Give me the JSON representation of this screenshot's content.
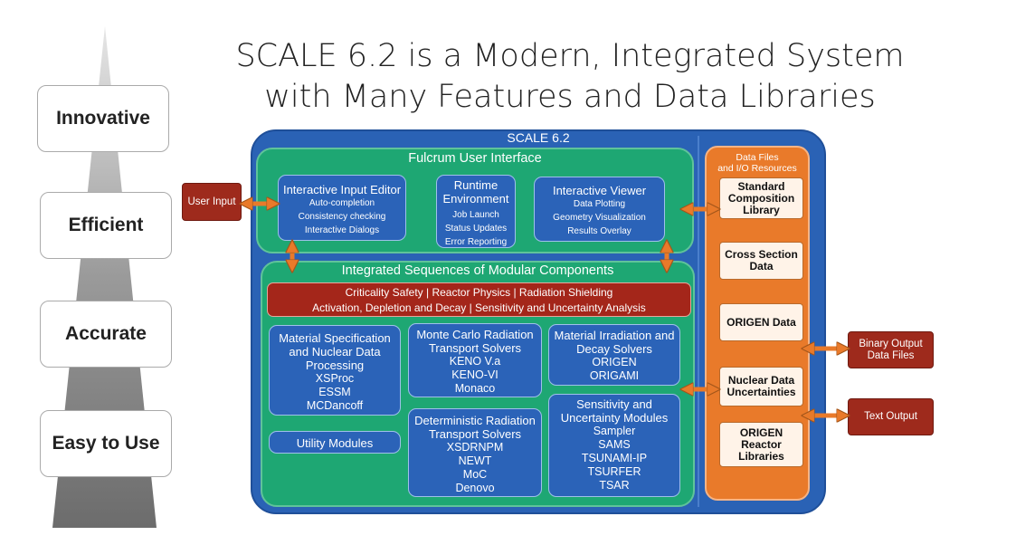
{
  "title": {
    "line1": "SCALE 6.2  is a Modern, Integrated System",
    "line2": "with Many Features and Data Libraries"
  },
  "pyramid": {
    "levels": [
      "Innovative",
      "Efficient",
      "Accurate",
      "Easy to Use"
    ]
  },
  "scale": {
    "label": "SCALE 6.2",
    "fulcrum": {
      "title": "Fulcrum User Interface",
      "editor": {
        "title": "Interactive Input Editor",
        "items": [
          "Auto-completion",
          "Consistency checking",
          "Interactive Dialogs"
        ]
      },
      "runtime": {
        "title_line1": "Runtime",
        "title_line2": "Environment",
        "items": [
          "Job Launch",
          "Status Updates",
          "Error Reporting"
        ]
      },
      "viewer": {
        "title": "Interactive Viewer",
        "items": [
          "Data Plotting",
          "Geometry Visualization",
          "Results Overlay"
        ]
      }
    },
    "sequences": {
      "title": "Integrated Sequences of Modular Components",
      "banner_line1": "Criticality Safety | Reactor Physics | Radiation Shielding",
      "banner_line2": "Activation, Depletion and Decay | Sensitivity and Uncertainty Analysis",
      "material": {
        "title_lines": [
          "Material Specification",
          "and Nuclear Data",
          "Processing"
        ],
        "items": [
          "XSProc",
          "ESSM",
          "MCDancoff"
        ]
      },
      "utility": {
        "title": "Utility Modules"
      },
      "montecarlo": {
        "title_lines": [
          "Monte Carlo Radiation",
          "Transport Solvers"
        ],
        "items": [
          "KENO V.a",
          "KENO-VI",
          "Monaco"
        ]
      },
      "deterministic": {
        "title_lines": [
          "Deterministic Radiation",
          "Transport Solvers"
        ],
        "items": [
          "XSDRNPM",
          "NEWT",
          "MoC",
          "Denovo"
        ]
      },
      "irradiation": {
        "title_lines": [
          "Material Irradiation and",
          "Decay Solvers"
        ],
        "items": [
          "ORIGEN",
          "ORIGAMI"
        ]
      },
      "sensitivity": {
        "title_lines": [
          "Sensitivity and",
          "Uncertainty Modules"
        ],
        "items": [
          "Sampler",
          "SAMS",
          "TSUNAMI-IP",
          "TSURFER",
          "TSAR"
        ]
      }
    },
    "data_files": {
      "title_line1": "Data Files",
      "title_line2": "and I/O Resources",
      "items": [
        [
          "Standard",
          "Composition",
          "Library"
        ],
        [
          "Cross Section",
          "Data"
        ],
        [
          "ORIGEN Data"
        ],
        [
          "Nuclear Data",
          "Uncertainties"
        ],
        [
          "ORIGEN",
          "Reactor",
          "Libraries"
        ]
      ]
    }
  },
  "external": {
    "user_input": "User Input",
    "binary_output_line1": "Binary Output",
    "binary_output_line2": "Data Files",
    "text_output": "Text Output"
  },
  "colors": {
    "scale_blue": "#2a62b5",
    "component_green": "#1ea773",
    "data_orange": "#e97a2a",
    "banner_red": "#a4261a"
  }
}
